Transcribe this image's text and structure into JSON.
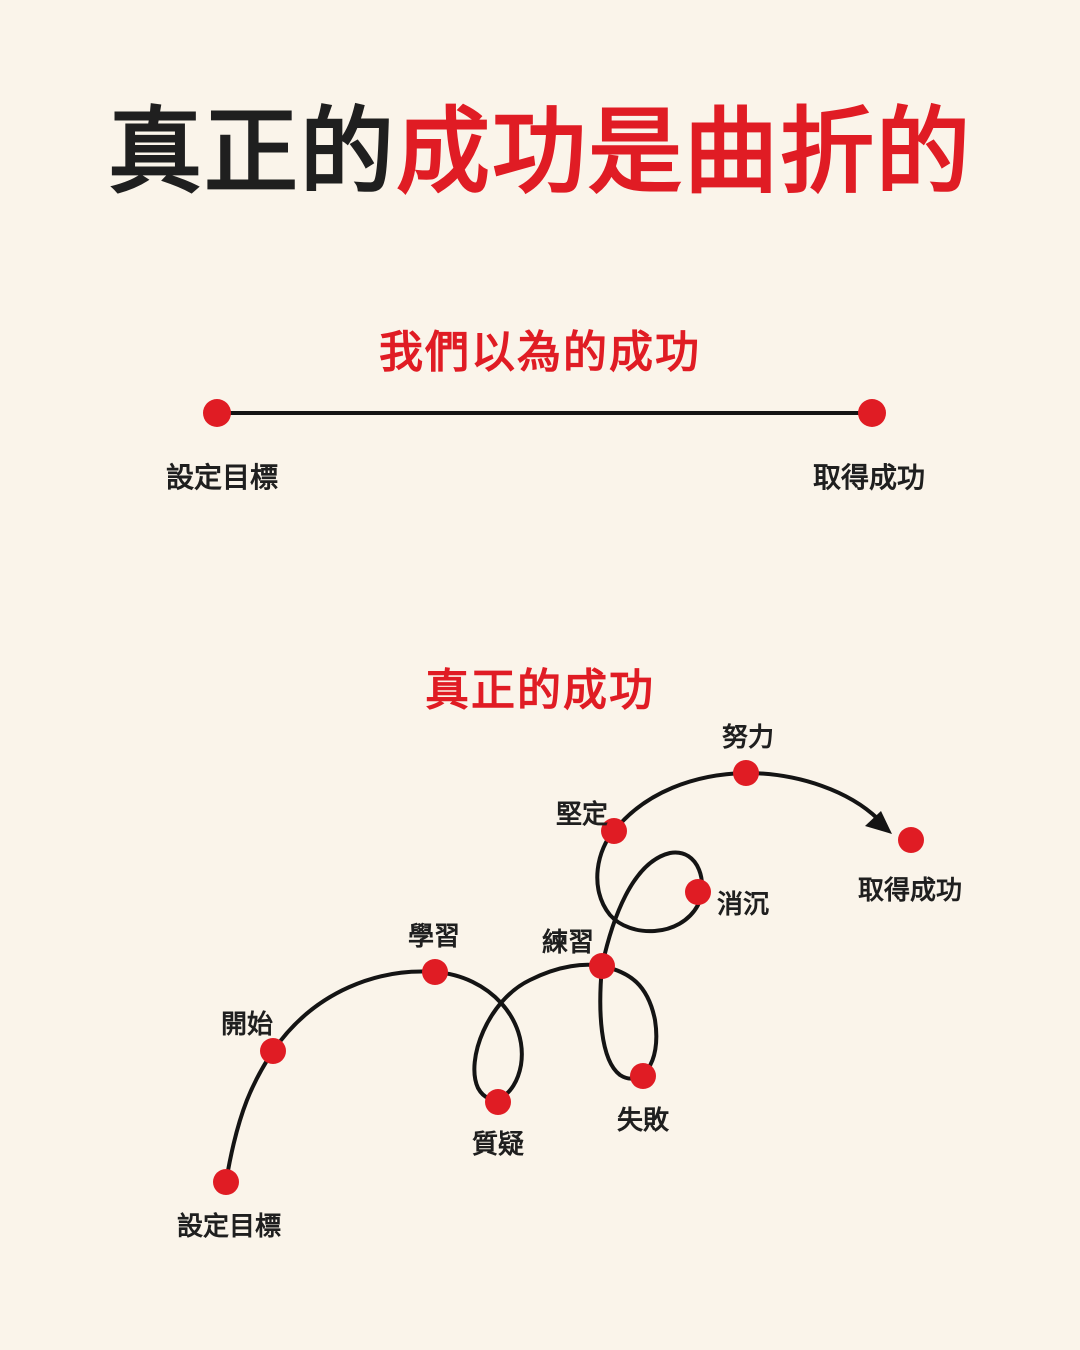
{
  "title": {
    "part1": "真正的",
    "part2": "成功是曲折的"
  },
  "expectation": {
    "heading": "我們以為的成功",
    "start": "設定目標",
    "end": "取得成功"
  },
  "reality": {
    "heading": "真正的成功",
    "nodes": {
      "set_goal": "設定目標",
      "start": "開始",
      "learn": "學習",
      "doubt": "質疑",
      "practice": "練習",
      "failure": "失敗",
      "depressed": "消沉",
      "determined": "堅定",
      "effort": "努力",
      "success": "取得成功"
    }
  },
  "colors": {
    "accent": "#e01c24",
    "line": "#141414",
    "background": "#faf4ea"
  }
}
